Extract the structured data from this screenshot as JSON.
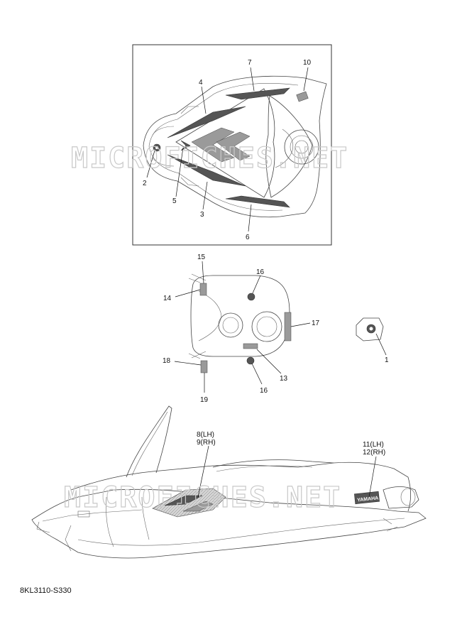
{
  "watermark": "MICROFICHES.NET",
  "part_code": "8KL3110-S330",
  "callouts": {
    "c1": "1",
    "c2": "2",
    "c3": "3",
    "c4": "4",
    "c5": "5",
    "c6": "6",
    "c7": "7",
    "c10": "10",
    "c13": "13",
    "c14": "14",
    "c15": "15",
    "c16a": "16",
    "c16b": "16",
    "c17": "17",
    "c18": "18",
    "c19": "19",
    "c8": "8(LH)",
    "c9": "9(RH)",
    "c11": "11(LH)",
    "c12": "12(RH)"
  },
  "logo_text": "YAMAHA"
}
